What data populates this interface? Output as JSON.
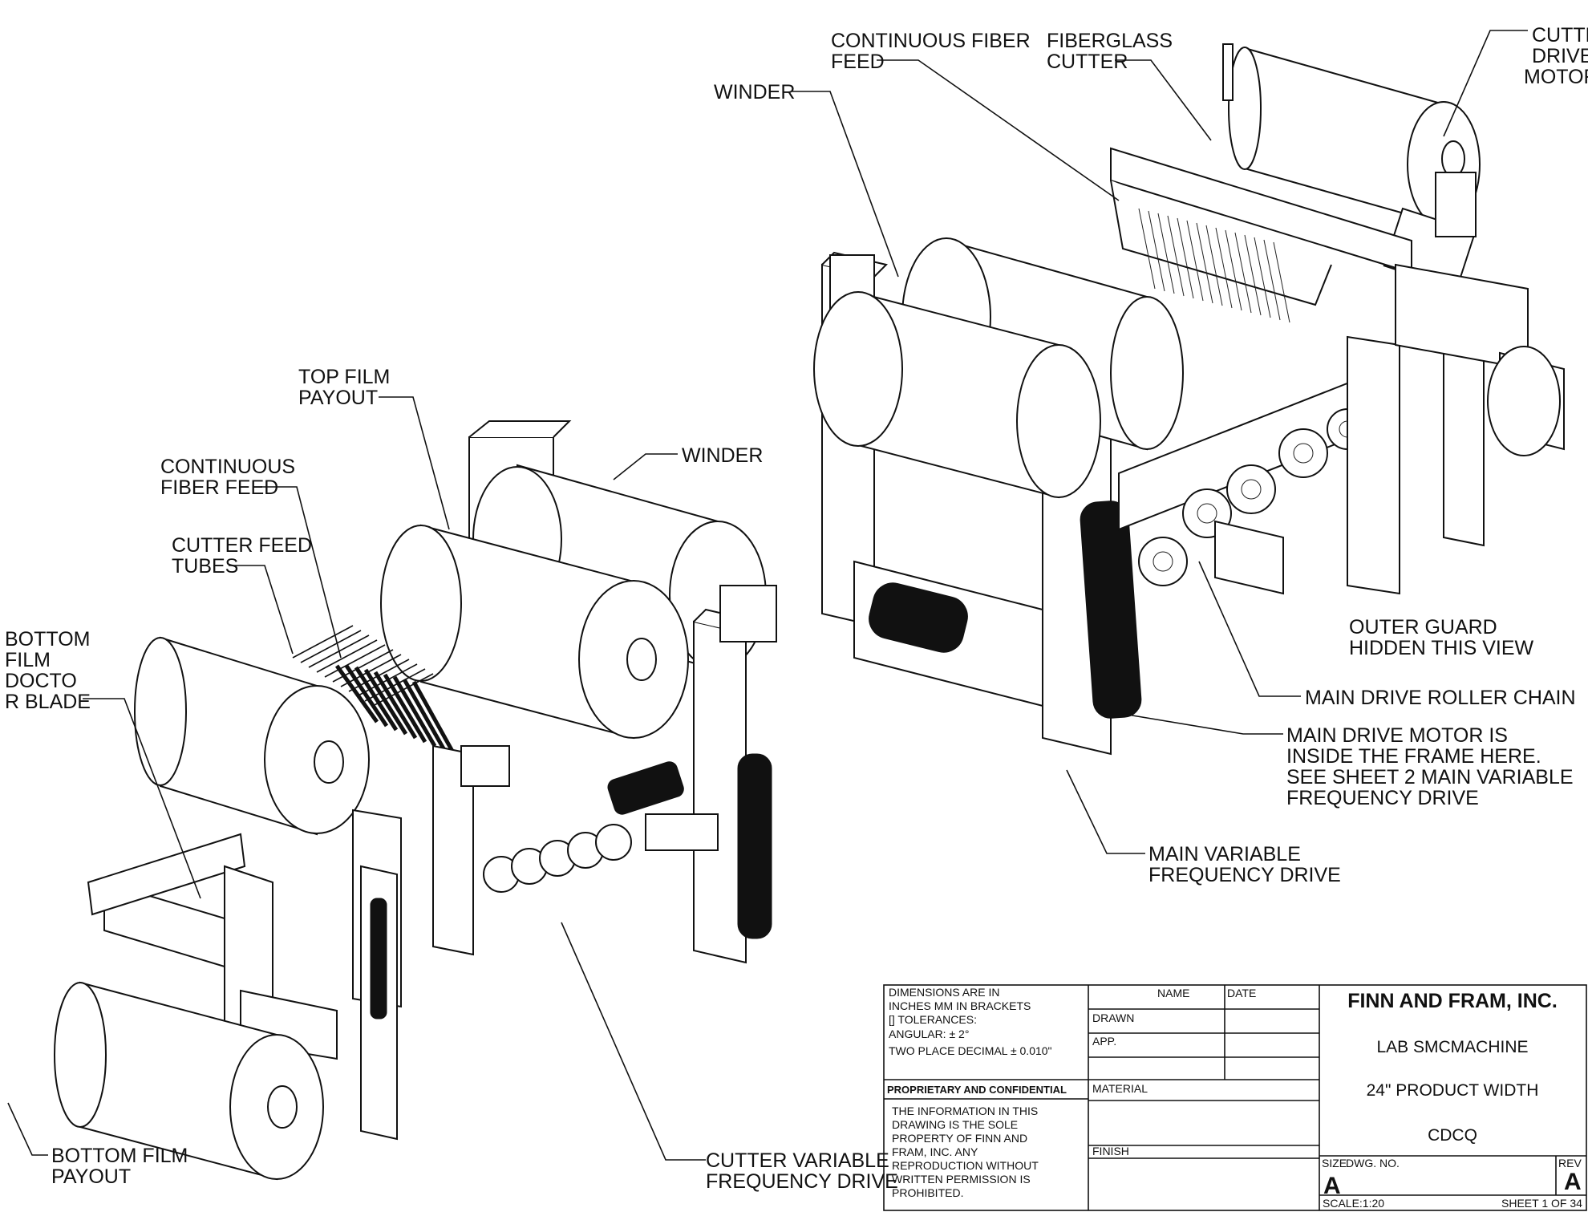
{
  "labels": {
    "cutter_drive_motor": [
      "CUTTER",
      "DRIVE",
      "MOTOR"
    ],
    "continuous_fiber_feed_right": [
      "CONTINUOUS FIBER",
      "FEED"
    ],
    "fiberglass_cutter": [
      "FIBERGLASS",
      "CUTTER"
    ],
    "winder_right": "WINDER",
    "outer_guard": [
      "OUTER GUARD",
      "HIDDEN THIS VIEW"
    ],
    "main_drive_roller_chain": "MAIN DRIVE ROLLER CHAIN",
    "main_drive_motor": [
      "MAIN DRIVE  MOTOR IS",
      "INSIDE  THE FRAME HERE.",
      "SEE SHEET 2 MAIN VARIABLE",
      "FREQUENCY  DRIVE"
    ],
    "main_vfd": [
      "MAIN VARIABLE",
      "FREQUENCY DRIVE"
    ],
    "top_film_payout": [
      "TOP FILM",
      "PAYOUT"
    ],
    "winder_left": "WINDER",
    "continuous_fiber_feed_left": [
      "CONTINUOUS",
      "FIBER FEED"
    ],
    "cutter_feed_tubes": [
      "CUTTER FEED",
      "TUBES"
    ],
    "bottom_film_doctor_blade": [
      "BOTTOM",
      "FILM",
      "DOCTO",
      "R BLADE"
    ],
    "bottom_film_payout": [
      "BOTTOM FILM",
      "PAYOUT"
    ],
    "cutter_vfd": [
      "CUTTER VARIABLE",
      "FREQUENCY DRIVE"
    ]
  },
  "title_block": {
    "dimensions": [
      "DIMENSIONS ARE IN",
      "INCHES MM IN BRACKETS",
      "[] TOLERANCES:",
      "ANGULAR: ±   2°",
      "TWO PLACE DECIMAL   ± 0.010\""
    ],
    "col_name": "NAME",
    "col_date": "DATE",
    "drawn": "DRAWN",
    "app": "APP.",
    "proprietary": "PROPRIETARY AND CONFIDENTIAL",
    "material": "MATERIAL",
    "finish": "FINISH",
    "notice": [
      "THE INFORMATION IN THIS",
      "DRAWING IS THE SOLE",
      "PROPERTY OF FINN AND",
      "FRAM, INC. ANY",
      "REPRODUCTION  WITHOUT",
      "WRITTEN PERMISSION  IS",
      "PROHIBITED."
    ],
    "company": "FINN AND FRAM, INC.",
    "title_1": "LAB SMCMACHINE",
    "title_2": "24\" PRODUCT WIDTH",
    "title_3": "CDCQ",
    "size_label": "SIZE",
    "dwg_label": "DWG.  NO.",
    "rev_label": "REV",
    "size": "A",
    "rev": "A",
    "scale": "SCALE:1:20",
    "sheet": "SHEET 1 OF 34"
  }
}
